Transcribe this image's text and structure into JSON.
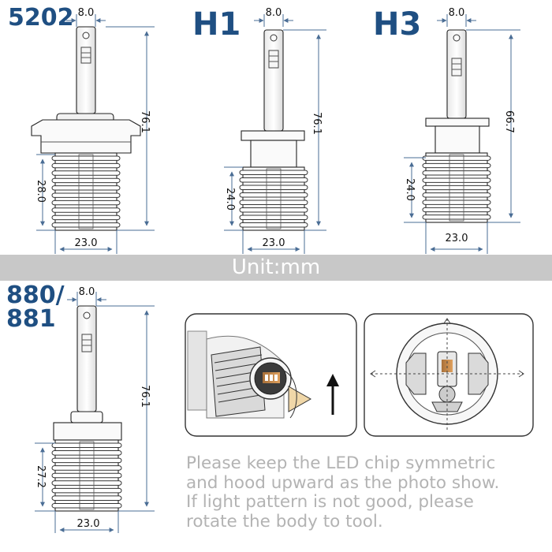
{
  "colors": {
    "model_label": "#1f4f82",
    "dimension_line": "#4a6d95",
    "unit_bar": "#c8c8c8",
    "unit_text": "#ffffff",
    "instruction_text": "#b3b3b3"
  },
  "bulbs": [
    {
      "model": "5202",
      "chip_width": "8.0",
      "total_height": "76.1",
      "heatsink_height": "28.0",
      "heatsink_width": "23.0"
    },
    {
      "model": "H1",
      "chip_width": "8.0",
      "total_height": "76.1",
      "heatsink_height": "24.0",
      "heatsink_width": "23.0"
    },
    {
      "model": "H3",
      "chip_width": "8.0",
      "total_height": "66.7",
      "heatsink_height": "24.0",
      "heatsink_width": "23.0"
    },
    {
      "model_line1": "880/",
      "model_line2": "881",
      "chip_width": "8.0",
      "total_height": "76.1",
      "heatsink_height": "27.2",
      "heatsink_width": "23.0"
    }
  ],
  "unit_label": "Unit:mm",
  "instructions": [
    "Please keep the LED chip symmetric",
    "and hood upward as the photo show.",
    "If light pattern is not good, please",
    "rotate the body to tool."
  ],
  "illustration_left": {
    "arrow_direction": "up-arrow-icon"
  },
  "illustration_right": {
    "view": "front-view-crosshair"
  }
}
